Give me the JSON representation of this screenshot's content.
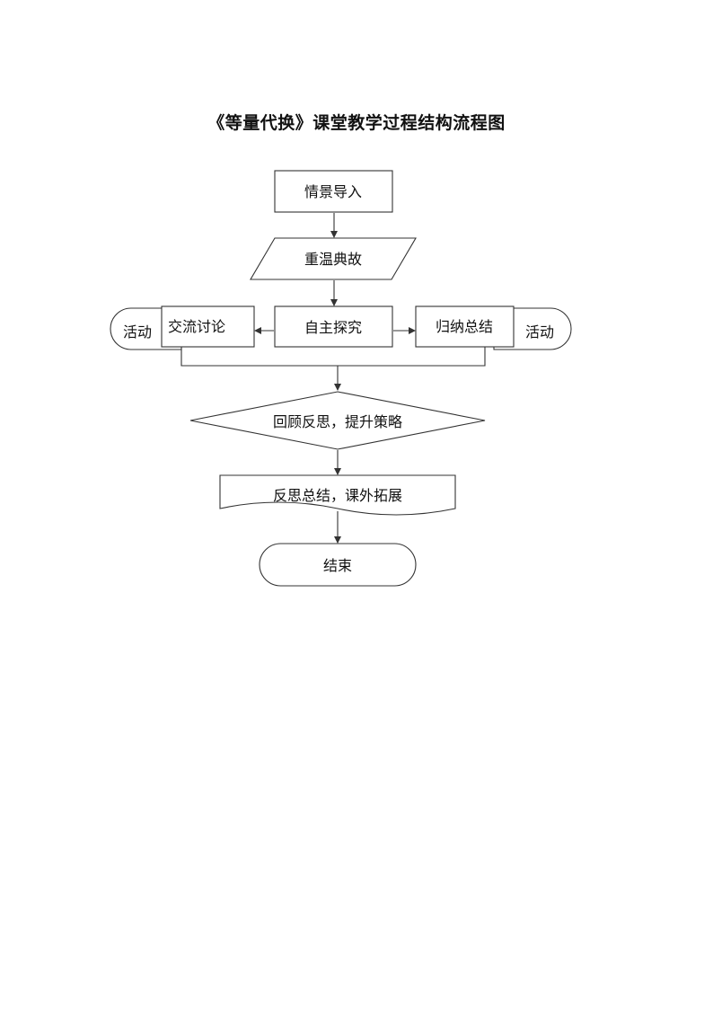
{
  "title": "《等量代换》课堂教学过程结构流程图",
  "nodes": {
    "scene_intro": "情景导入",
    "review_story": "重温典故",
    "exchange": "交流讨论",
    "activity_left": "活动",
    "self_explore": "自主探究",
    "summarize": "归纳总结",
    "activity_right": "活动",
    "reflect_strategy": "回顾反思，提升策略",
    "reflect_extend": "反思总结，课外拓展",
    "end": "结束"
  }
}
